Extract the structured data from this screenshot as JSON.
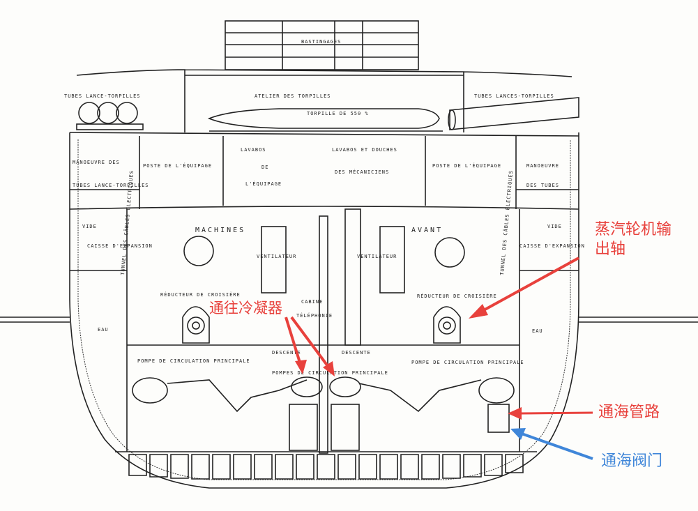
{
  "drawing": {
    "labels": {
      "bastingages": "BASTINGAGES",
      "tubes_left": "TUBES LANCE-TORPILLES",
      "atelier": "ATELIER DES TORPILLES",
      "tubes_right": "TUBES LANCES-TORPILLES",
      "torpille": "TORPILLE DE 550 %",
      "lavabos_equipage_1": "LAVABOS",
      "lavabos_equipage_2": "DE",
      "lavabos_equipage_3": "L'ÉQUIPAGE",
      "lavabos_mec_1": "LAVABOS ET DOUCHES",
      "lavabos_mec_2": "DES MÉCANICIENS",
      "poste_left": "POSTE DE L'ÉQUIPAGE",
      "poste_right": "POSTE DE L'ÉQUIPAGE",
      "manoeuvre_left_1": "MANOEUVRE DES",
      "manoeuvre_left_2": "TUBES LANCE-TORPILLES",
      "manoeuvre_right_1": "MANOEUVRE",
      "manoeuvre_right_2": "DES TUBES",
      "vide_left": "VIDE",
      "vide_right": "VIDE",
      "caisse_left": "CAISSE D'EXPANSION",
      "caisse_right": "CAISSE D'EXPANSION",
      "tunnel_left": "TUNNEL DES CÂBLES ÉLECTRIQUES",
      "tunnel_right": "TUNNEL DES CÂBLES ÉLECTRIQUES",
      "machines": "MACHINES",
      "avant": "AVANT",
      "ventilateur_left": "VENTILATEUR",
      "ventilateur_right": "VENTILATEUR",
      "reducteur_left": "RÉDUCTEUR DE CROISIÈRE",
      "reducteur_right": "RÉDUCTEUR DE CROISIÈRE",
      "cabine_1": "CABINE",
      "cabine_2": "TÉLÉPHONIE",
      "eau_left": "EAU",
      "eau_right": "EAU",
      "descente_left": "DESCENTE",
      "descente_right": "DESCENTE",
      "pompe_left": "POMPE DE CIRCULATION PRINCIPALE",
      "pompe_right": "POMPE DE CIRCULATION PRINCIPALE",
      "pompes_center": "POMPES DE CIRCULATION PRINCIPALE"
    }
  },
  "annotations": {
    "turbine_shaft": "蒸汽轮机输\n出轴",
    "to_condenser": "通往冷凝器",
    "sea_pipe": "通海管路",
    "sea_valve": "通海阀门"
  },
  "colors": {
    "annotation_red": "#e8413c",
    "annotation_blue": "#3f86d9"
  }
}
